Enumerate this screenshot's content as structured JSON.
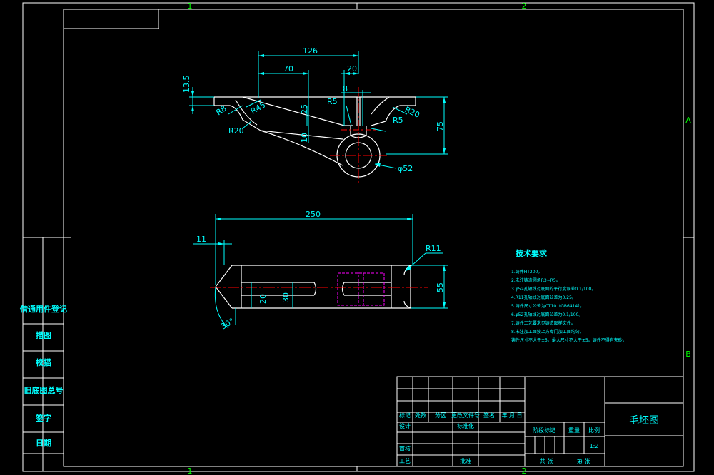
{
  "colors": {
    "background": "#000000",
    "frame": "#ffffff",
    "cyan": "#00ffff",
    "green": "#00ff00",
    "red": "#ff0000",
    "magenta": "#ff00ff",
    "part": "#ffffff"
  },
  "border": {
    "zone_top_1": "1",
    "zone_top_2": "2",
    "zone_bottom_1": "1",
    "zone_bottom_2": "2",
    "zone_right_a": "A",
    "zone_right_b": "B"
  },
  "side_table": {
    "rows": [
      "借通用件登记",
      "描图",
      "校描",
      "旧底图总号",
      "签字",
      "日期"
    ]
  },
  "top_view": {
    "dims": {
      "d126": "126",
      "d70": "70",
      "d20": "20",
      "d8": "8",
      "d13_5": "13.5",
      "d25": "25",
      "d10": "10",
      "d75": "75",
      "r5_left": "R5",
      "r5_right": "R5",
      "r8": "R8",
      "r20_left": "R20",
      "r20_right": "R20",
      "r45": "R45",
      "phi52": "φ52"
    }
  },
  "front_view": {
    "dims": {
      "d250": "250",
      "d11": "11",
      "r11": "R11",
      "d20": "20",
      "d30": "30",
      "d55": "55",
      "a30": "30°"
    }
  },
  "tech_req": {
    "title": "技术要求",
    "lines": [
      "1.铸件HT200。",
      "2.未注铸造圆角R3~R5。",
      "3.φ52孔轴线对底面的平行度误差0.1/100。",
      "4.R11孔轴线对底面公差为0.25。",
      "5.铸件尺寸公差为CT10（GB6414）。",
      "6.φ52孔轴线对底面公差为0.1/100。",
      "7.铸件工艺要求见铸造图样文件。",
      "8.未注加工面按上方专门加工面均匀。",
      "铸件尺寸不大于±5。最大尺寸不大于±5。铸件不得有夹砂。"
    ]
  },
  "title_block": {
    "drawing_name": "毛坯图",
    "row_labels": [
      "标记",
      "处数",
      "分区",
      "更改文件号",
      "签名",
      "年 月 日"
    ],
    "design": "设计",
    "standardize": "标准化",
    "review": "审核",
    "process": "工艺",
    "approve": "批准",
    "stage_mark": "阶段标记",
    "weight": "重量",
    "scale_label": "比例",
    "scale": "1:2",
    "sheets_total": "共 张",
    "sheet_no": "第 张"
  }
}
